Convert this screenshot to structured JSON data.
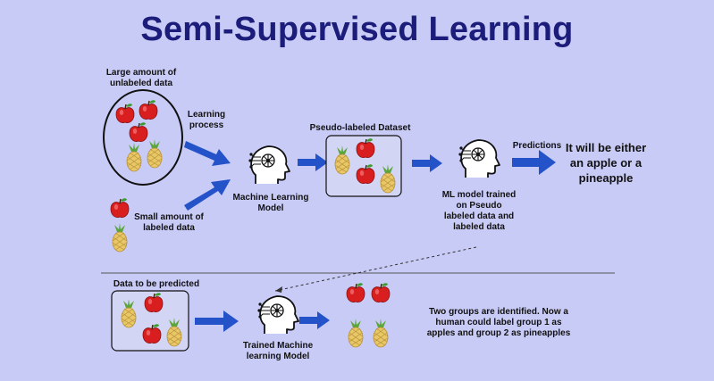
{
  "title": "Semi-Supervised Learning",
  "labels": {
    "unlabeled": "Large amount of unlabeled data",
    "learning_process": "Learning process",
    "small_labeled": "Small amount of labeled data",
    "ml_model": "Machine Learning Model",
    "pseudo_dataset": "Pseudo-labeled Dataset",
    "trained_on": "ML model trained on Pseudo labeled data and labeled data",
    "predictions": "Predictions",
    "result": "It will be either an apple or a pineapple",
    "to_predict": "Data to be predicted",
    "trained_model": "Trained Machine learning Model",
    "groups": "Two groups are identified. Now a human could label group 1 as apples and group 2 as pineapples"
  },
  "colors": {
    "background": "#c9cbf7",
    "title": "#1c1d7a",
    "arrow": "#2453c9",
    "apple": "#d81e1e",
    "pineapple": "#e8c766",
    "box_fill": "#d3d5f5"
  },
  "icons": [
    "apple-icon",
    "pineapple-icon",
    "ai-head-icon",
    "arrow-icon"
  ]
}
